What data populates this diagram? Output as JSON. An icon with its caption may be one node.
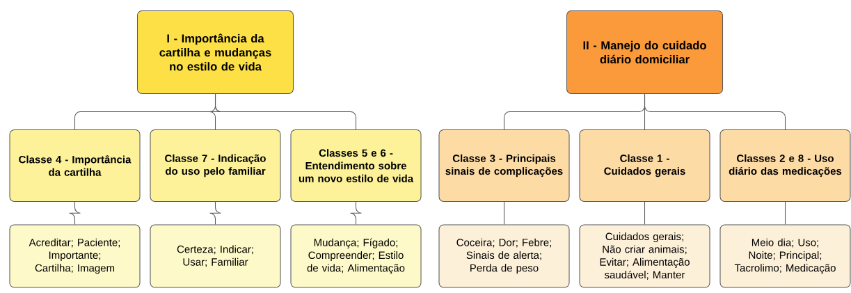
{
  "diagram": {
    "nodes": [
      {
        "text": [
          "I - Importância da cartilha e mudanças no estilo de vida"
        ]
      },
      {
        "text": [
          "II - Manejo do cuidado diário domiciliar"
        ]
      },
      {
        "text": [
          "Classe 4 - Importância da cartilha"
        ]
      },
      {
        "text": [
          "Classe 7 - Indicação do uso pelo familiar"
        ]
      },
      {
        "text": [
          "Classes 5 e 6 - Entendimento sobre um novo estilo de vida"
        ]
      },
      {
        "text": [
          "Classe 3 - Principais sinais de complicações"
        ]
      },
      {
        "text": [
          "Classe 1 - Cuidados gerais"
        ]
      },
      {
        "text": [
          "Classes 2 e 8 - Uso diário das medicações"
        ]
      },
      {
        "text": [
          "Acreditar; Paciente; Importante; Cartilha; Imagem"
        ]
      },
      {
        "text": [
          "Certeza; Indicar; Usar; Familiar"
        ]
      },
      {
        "text": [
          "Mudança; Fígado; Compreender; Estilo de vida; Alimentação"
        ]
      },
      {
        "text": [
          "Coceira; Dor; Febre; Sinais de alerta; Perda de peso"
        ]
      },
      {
        "text": [
          "Cuidados gerais; Não criar animais; Evitar; Alimentação saudável; Manter"
        ]
      },
      {
        "text": [
          "Meio dia; Uso; Noite; Principal; Tacrolimo; Medicação"
        ]
      }
    ],
    "edges": [
      {
        "from": 0,
        "to": 2,
        "arrow": "none"
      },
      {
        "from": 0,
        "to": 3,
        "arrow": "none"
      },
      {
        "from": 0,
        "to": 4,
        "arrow": "none"
      },
      {
        "from": 1,
        "to": 5,
        "arrow": "none"
      },
      {
        "from": 1,
        "to": 6,
        "arrow": "none"
      },
      {
        "from": 1,
        "to": 7,
        "arrow": "none"
      },
      {
        "from": 2,
        "to": 8,
        "arrow": "none"
      },
      {
        "from": 3,
        "to": 9,
        "arrow": "none"
      },
      {
        "from": 4,
        "to": 10,
        "arrow": "none"
      },
      {
        "from": 5,
        "to": 11,
        "arrow": "none"
      },
      {
        "from": 6,
        "to": 12,
        "arrow": "none"
      },
      {
        "from": 7,
        "to": 13,
        "arrow": "none"
      }
    ]
  }
}
